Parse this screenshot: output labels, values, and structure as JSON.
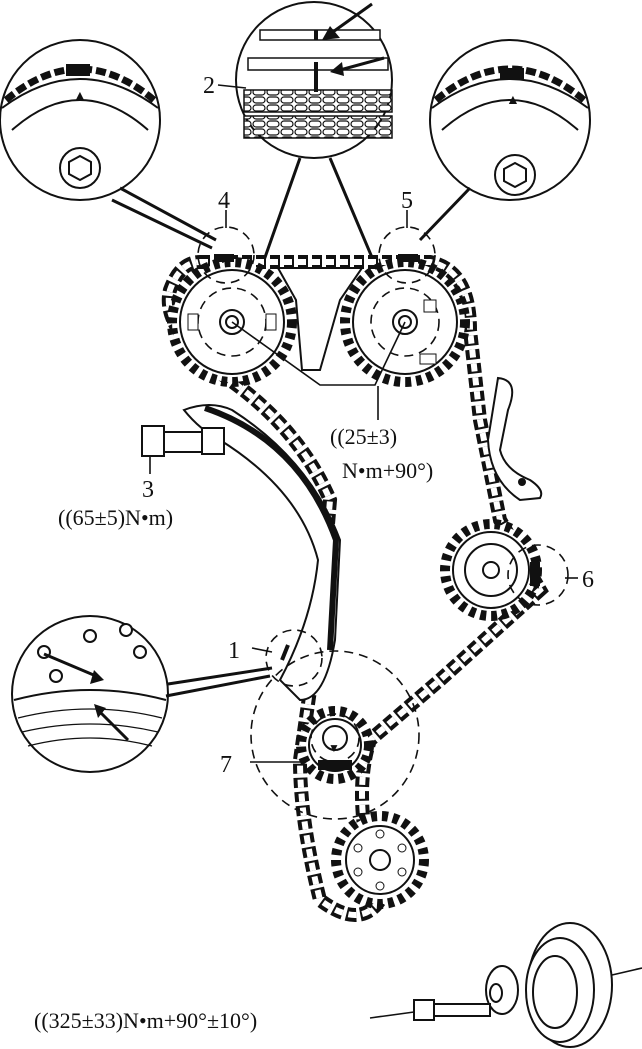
{
  "callouts": {
    "c1": "1",
    "c2": "2",
    "c3": "3",
    "c4": "4",
    "c5": "5",
    "c6": "6",
    "c7": "7"
  },
  "torques": {
    "camshaft_line1": "((25±3)",
    "camshaft_line2": "N•m+90°)",
    "tensioner": "((65±5)N•m)",
    "crankshaft": "((325±33)N•m+90°±10°)"
  },
  "markers": {
    "arrow_up": "▲",
    "arrow_down": "▼"
  }
}
